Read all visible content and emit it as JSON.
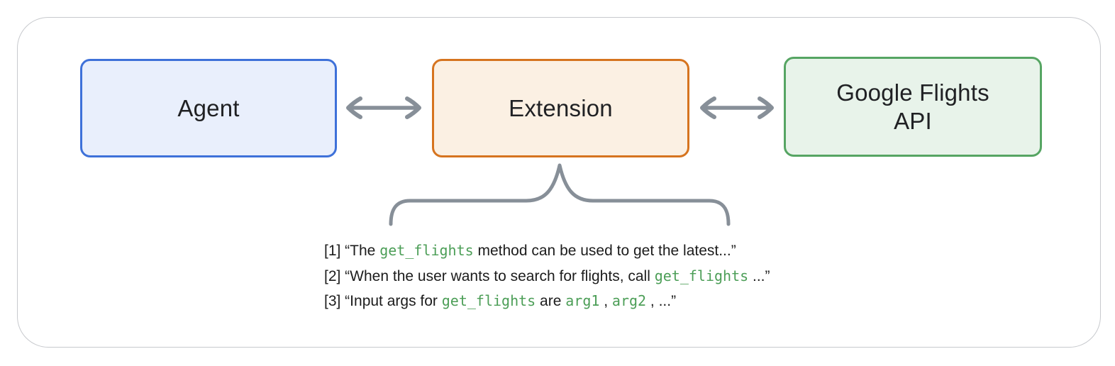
{
  "frame": {
    "background": "#ffffff",
    "border_color": "#c7c9cd"
  },
  "nodes": {
    "agent": {
      "label": "Agent",
      "border_color": "#3e71d9",
      "fill_color": "#e9effc"
    },
    "extension": {
      "label": "Extension",
      "border_color": "#d6741f",
      "fill_color": "#fbf0e3"
    },
    "google_flights_api": {
      "label": "Google Flights\nAPI",
      "border_color": "#56a563",
      "fill_color": "#e8f3ea"
    }
  },
  "connectors": {
    "color": "#878f98",
    "agent_extension": {
      "type": "bidirectional-arrow"
    },
    "extension_api": {
      "type": "bidirectional-arrow"
    },
    "extension_brace": {
      "type": "curly-brace"
    }
  },
  "annotations": {
    "text_color": "#1c1c1c",
    "code_color": "#4c9e57",
    "lines": [
      {
        "prefix": "[1] “The ",
        "code1": "get_flights",
        "suffix": " method can be used to get the latest...”"
      },
      {
        "prefix": "[2] “When the user wants to search for flights, call ",
        "code1": "get_flights",
        "suffix": " ...”"
      },
      {
        "prefix": "[3] “Input args for ",
        "code1": "get_flights",
        "mid1": " are ",
        "code2": "arg1",
        "mid2": " , ",
        "code3": "arg2",
        "suffix": " , ...”"
      }
    ]
  }
}
